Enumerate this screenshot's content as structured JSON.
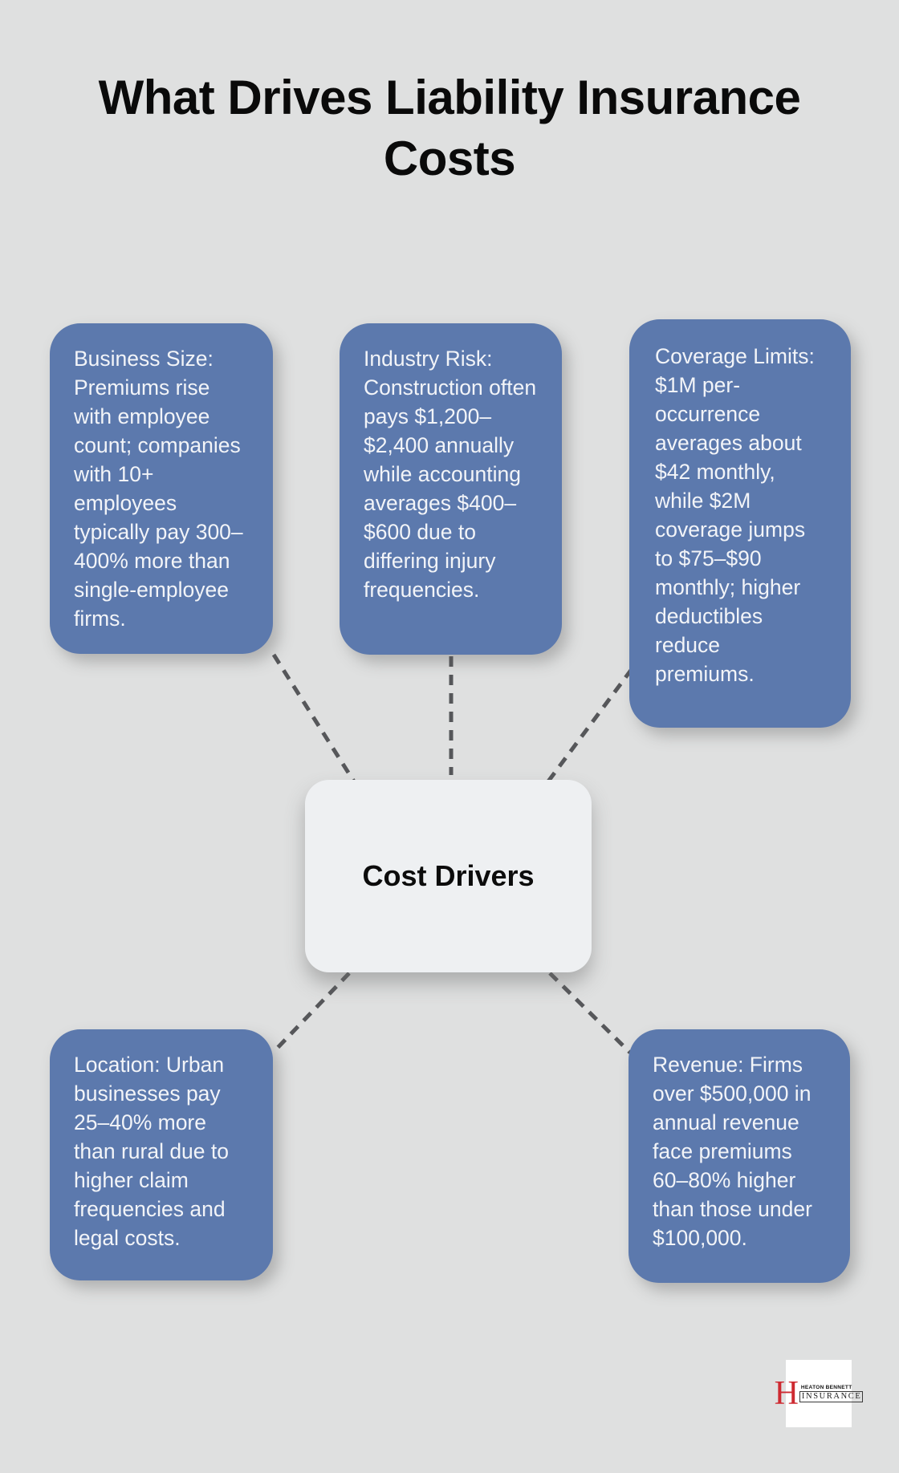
{
  "title": "What Drives Liability Insurance Costs",
  "center": {
    "label": "Cost Drivers"
  },
  "nodes": [
    {
      "id": "business-size",
      "text": "Business Size: Premiums rise with employee count; companies with 10+ employees typically pay 300–400% more than single-employee firms."
    },
    {
      "id": "industry-risk",
      "text": "Industry Risk: Construction often pays $1,200–$2,400 annually while accounting averages $400–$600 due to differing injury frequencies."
    },
    {
      "id": "coverage-limits",
      "text": "Coverage Limits: $1M per-occurrence averages about $42 monthly, while $2M coverage jumps to $75–$90 monthly; higher deductibles reduce premiums."
    },
    {
      "id": "location",
      "text": "Location: Urban businesses pay 25–40% more than rural due to higher claim frequencies and legal costs."
    },
    {
      "id": "revenue",
      "text": "Revenue: Firms over $500,000 in annual revenue face premiums 60–80% higher than those under $100,000."
    }
  ],
  "logo": {
    "monogram": "H",
    "company": "HEATON BENNETT",
    "division": "INSURANCE"
  },
  "colors": {
    "background": "#dfe0e0",
    "node_fill": "#5c79ad",
    "node_text": "#f2f4f8",
    "center_fill": "#eef0f2",
    "connector": "#56575a",
    "title_text": "#0a0a0a",
    "logo_red": "#ce2a31"
  }
}
